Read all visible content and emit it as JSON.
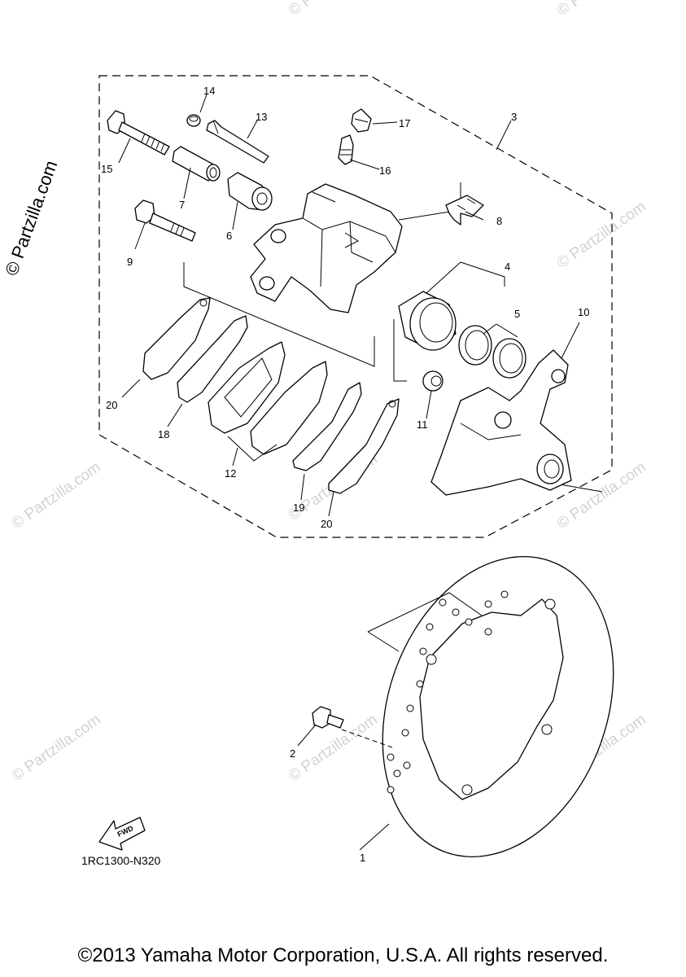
{
  "watermark": {
    "brand_text": "© Partzilla.com",
    "faint_text": "© Partzilla.com"
  },
  "callouts": {
    "c1": "1",
    "c2": "2",
    "c3": "3",
    "c4": "4",
    "c5": "5",
    "c6": "6",
    "c7": "7",
    "c8": "8",
    "c9": "9",
    "c10": "10",
    "c11": "11",
    "c12": "12",
    "c13": "13",
    "c14": "14",
    "c15": "15",
    "c16": "16",
    "c17": "17",
    "c18": "18",
    "c19": "19",
    "c20a": "20",
    "c20b": "20"
  },
  "fwd_label": "FWD",
  "diagram_code": "1RC1300-N320",
  "copyright": "©2013 Yamaha Motor Corporation, U.S.A. All rights reserved."
}
